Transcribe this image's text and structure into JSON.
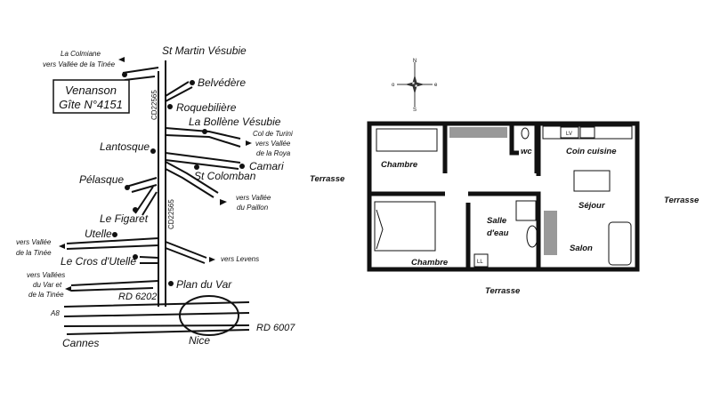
{
  "road_map": {
    "box": {
      "line1": "Venanson",
      "line2": "Gîte N°4151"
    },
    "places": {
      "st_martin": "St Martin Vésubie",
      "belvedere": "Belvédère",
      "roquebiliere": "Roquebilière",
      "bollene": "La Bollène Vésubie",
      "lantosque": "Lantosque",
      "camari": "Camari",
      "st_colomban": "St Colomban",
      "pelasque": "Pélasque",
      "figaret": "Le Figaret",
      "utelle": "Utelle",
      "cros": "Le Cros d'Utelle",
      "plan_du_var": "Plan du Var",
      "cannes": "Cannes",
      "nice": "Nice"
    },
    "directions": {
      "colmiane": [
        "La Colmiane",
        "vers Vallée de la Tinée"
      ],
      "turini": [
        "Col de Turini",
        "vers Vallée",
        "de la Roya"
      ],
      "paillon": [
        "vers Vallée",
        "du Paillon"
      ],
      "tinee": [
        "vers Vallée",
        "de la Tinée"
      ],
      "levens": "vers Levens",
      "var": [
        "vers Vallées",
        "du Var et",
        "de la Tinée"
      ]
    },
    "roads": {
      "cd_top": "CD22565",
      "cd_bottom": "CD22565",
      "rd6202": "RD 6202",
      "a8": "A8",
      "rd6007": "RD 6007"
    }
  },
  "floor_plan": {
    "compass": {
      "n": "N",
      "e": "e",
      "s": "S",
      "o": "o"
    },
    "terrace_left": "Terrasse",
    "terrace_right": "Terrasse",
    "terrace_bottom": "Terrasse",
    "rooms": {
      "chambre1": "Chambre",
      "wc": "wc",
      "cuisine": "Coin cuisine",
      "sejour": "Séjour",
      "salle": [
        "Salle",
        "d'eau"
      ],
      "salon": "Salon",
      "chambre2": "Chambre"
    },
    "appliances": {
      "lv": "LV",
      "ll": "LL"
    }
  }
}
